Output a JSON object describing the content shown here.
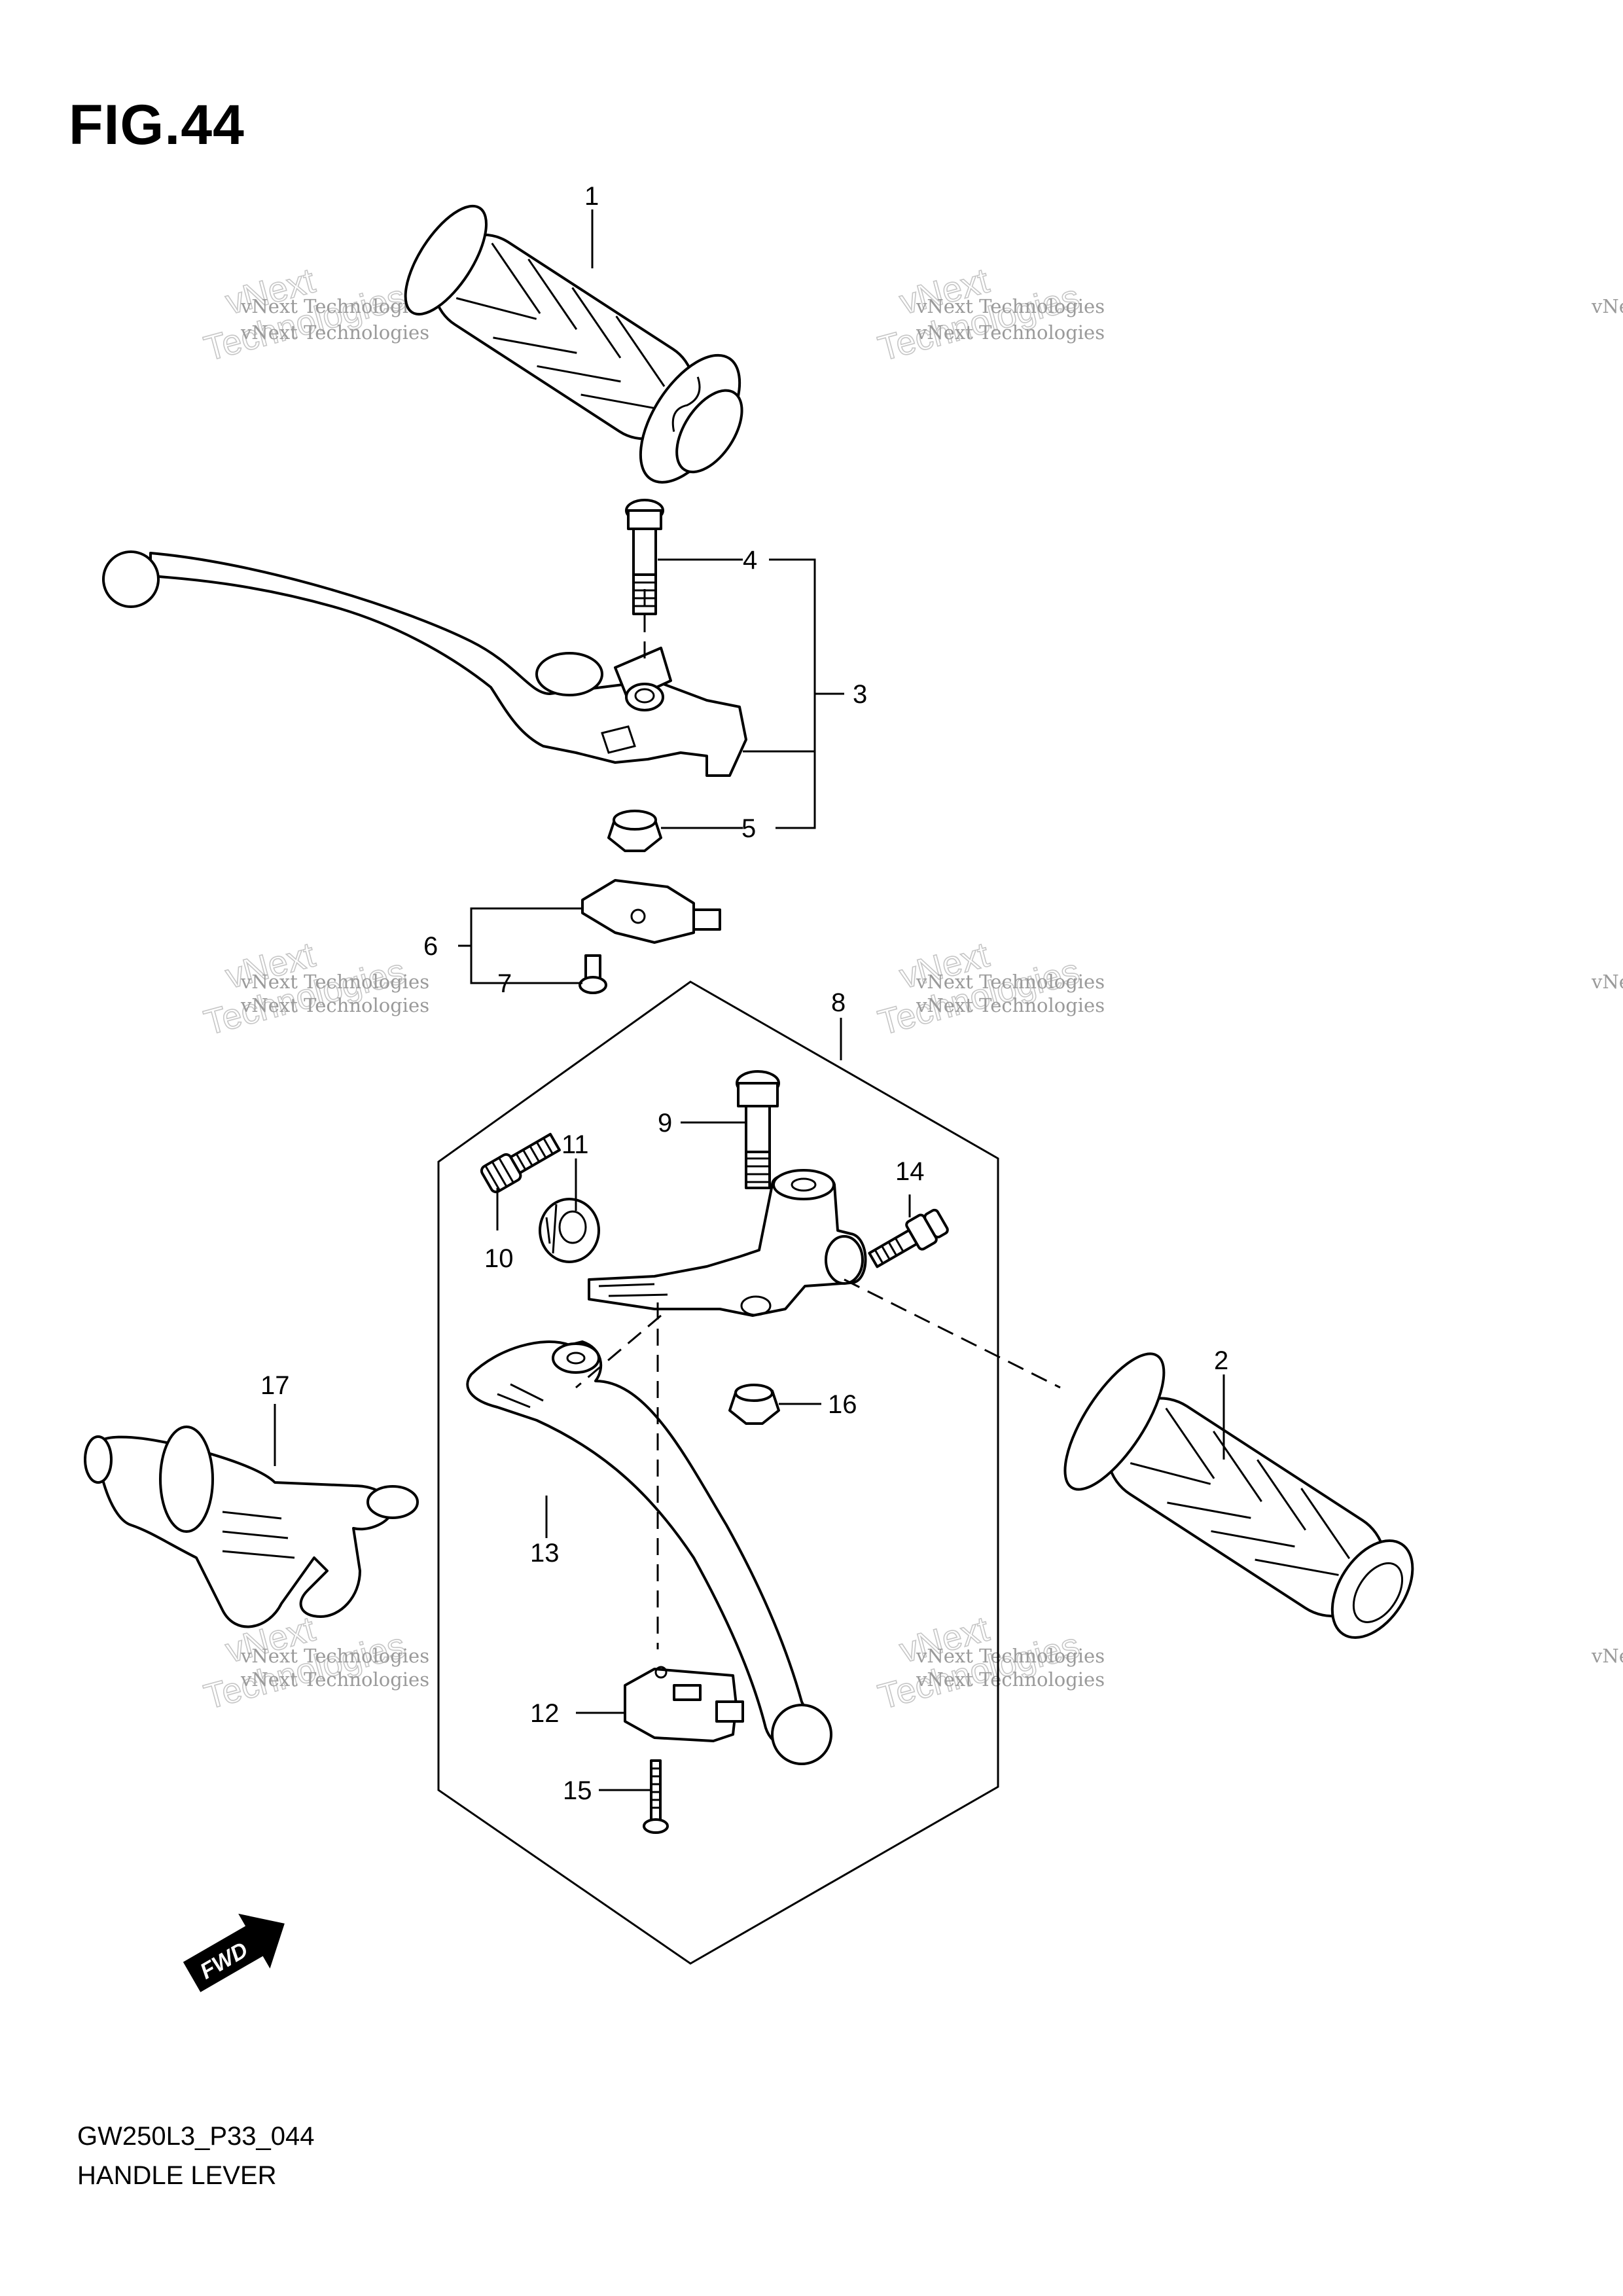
{
  "figure": {
    "title": "FIG.44",
    "model_code": "GW250L3_P33_044",
    "name": "HANDLE LEVER"
  },
  "fwd_label": "FWD",
  "watermark": {
    "line1": "vNext Technologies",
    "line2": "vNext",
    "line3": "Technologies"
  },
  "callouts": [
    "1",
    "2",
    "3",
    "4",
    "5",
    "6",
    "7",
    "8",
    "9",
    "10",
    "11",
    "12",
    "13",
    "14",
    "15",
    "16",
    "17"
  ],
  "colors": {
    "ink": "#000000",
    "paper": "#ffffff",
    "watermark": "#9a9a9a"
  }
}
